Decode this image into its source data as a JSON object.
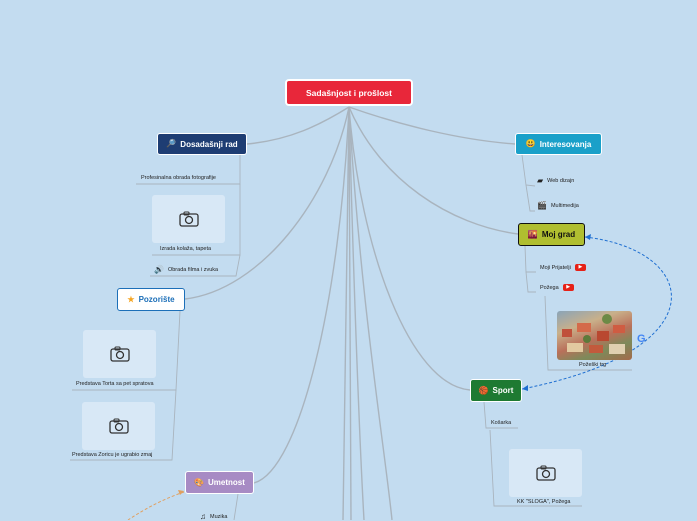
{
  "central": {
    "title": "Sadašnjost i prošlost",
    "color": "#e8273a"
  },
  "branches": {
    "dosadasnji_rad": {
      "label": "Dosadašnji rad",
      "icon": "magnifier-icon",
      "color": "#1e3d73"
    },
    "interesovanja": {
      "label": "Interesovanja",
      "icon": "smiley-icon",
      "color": "#1aa0c9"
    },
    "moj_grad": {
      "label": "Moj grad",
      "icon": "city-icon",
      "color": "#b0be30"
    },
    "pozoriste": {
      "label": "Pozorište",
      "icon": "star-icon",
      "color": "#ffffff"
    },
    "sport": {
      "label": "Sport",
      "icon": "basketball-icon",
      "color": "#1e7a32"
    },
    "umetnost": {
      "label": "Umetnost",
      "icon": "palette-icon",
      "color": "#a78bc4"
    }
  },
  "leaves": {
    "profesionalna": "Profesinalna obrada fotografije",
    "izrada_kolaza": "Izrada kolaža, tapeta",
    "obrada_filma": "Obrada filma i zvuka",
    "web_dizajn": "Web dizajn",
    "multimedija": "Multimedija",
    "moji_prijatelji": "Moji Prijatelji",
    "pozega": "Požega",
    "pozeski_trg": "Požeški trg",
    "predstava_torta": "Predstava Torta sa pet spratova",
    "predstava_zoricu": "Predstava Zoricu je ugrabio zmaj",
    "kosarka": "Košarka",
    "kk_sloga": "KK \"SLOGA\", Požega",
    "muzika": "Muzika"
  },
  "icons": {
    "youtube": "youtube-icon",
    "google": "google-icon",
    "camera": "camera-icon",
    "speaker": "speaker-icon",
    "monitor": "monitor-icon",
    "film": "film-clapper-icon",
    "music": "music-note-icon"
  },
  "colors": {
    "background": "#c3dcf0",
    "connector": "#a9b4be",
    "relation": "#1f6fd1",
    "relation_alt": "#e0a060"
  }
}
